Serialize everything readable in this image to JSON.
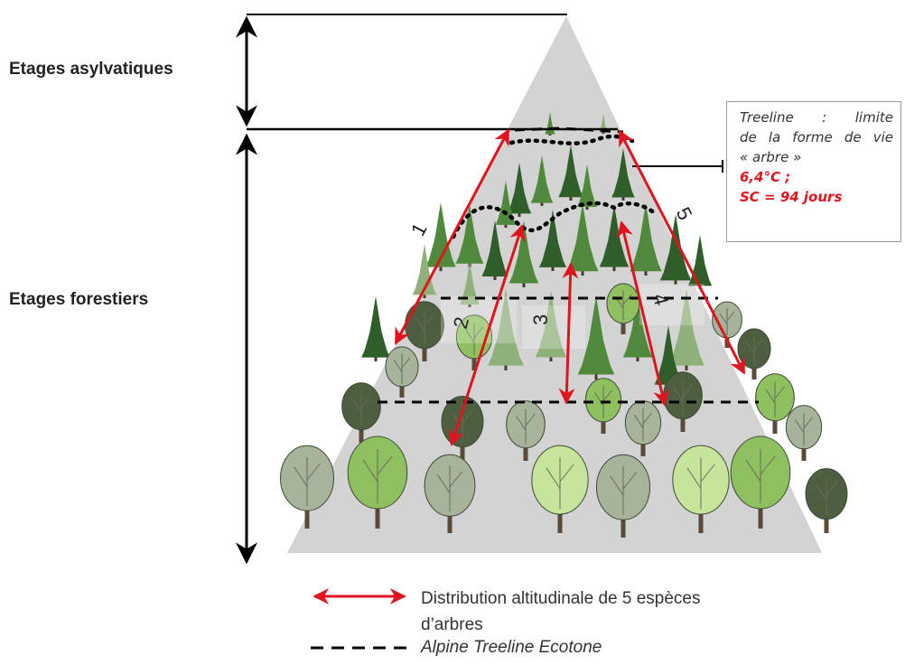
{
  "labels": {
    "asylvatic": "Etages asylvatiques",
    "forest": "Etages forestiers"
  },
  "info_box": {
    "line1": "Treeline : limite",
    "line2": "de la forme de vie",
    "line3": "« arbre »",
    "temp": "6,4°C ;",
    "sc": "SC = 94 jours"
  },
  "species_numbers": [
    "1",
    "2",
    "3",
    "4",
    "5"
  ],
  "legend": {
    "distribution_line1": "Distribution altitudinale de 5 espèces",
    "distribution_line2": "d’arbres",
    "ecotone": "Alpine Treeline Ecotone"
  },
  "colors": {
    "arrow_red": "#e0141e",
    "mountain_grey": "#d3d3d3",
    "conifer_dark": "#2f5e2a",
    "conifer_mid": "#4f8a3c",
    "conifer_light": "#8fb07a",
    "deciduous_lime": "#c7e59a",
    "deciduous_green": "#8fc060",
    "deciduous_grey": "#a7b39a",
    "deciduous_dark": "#4e5e40"
  }
}
